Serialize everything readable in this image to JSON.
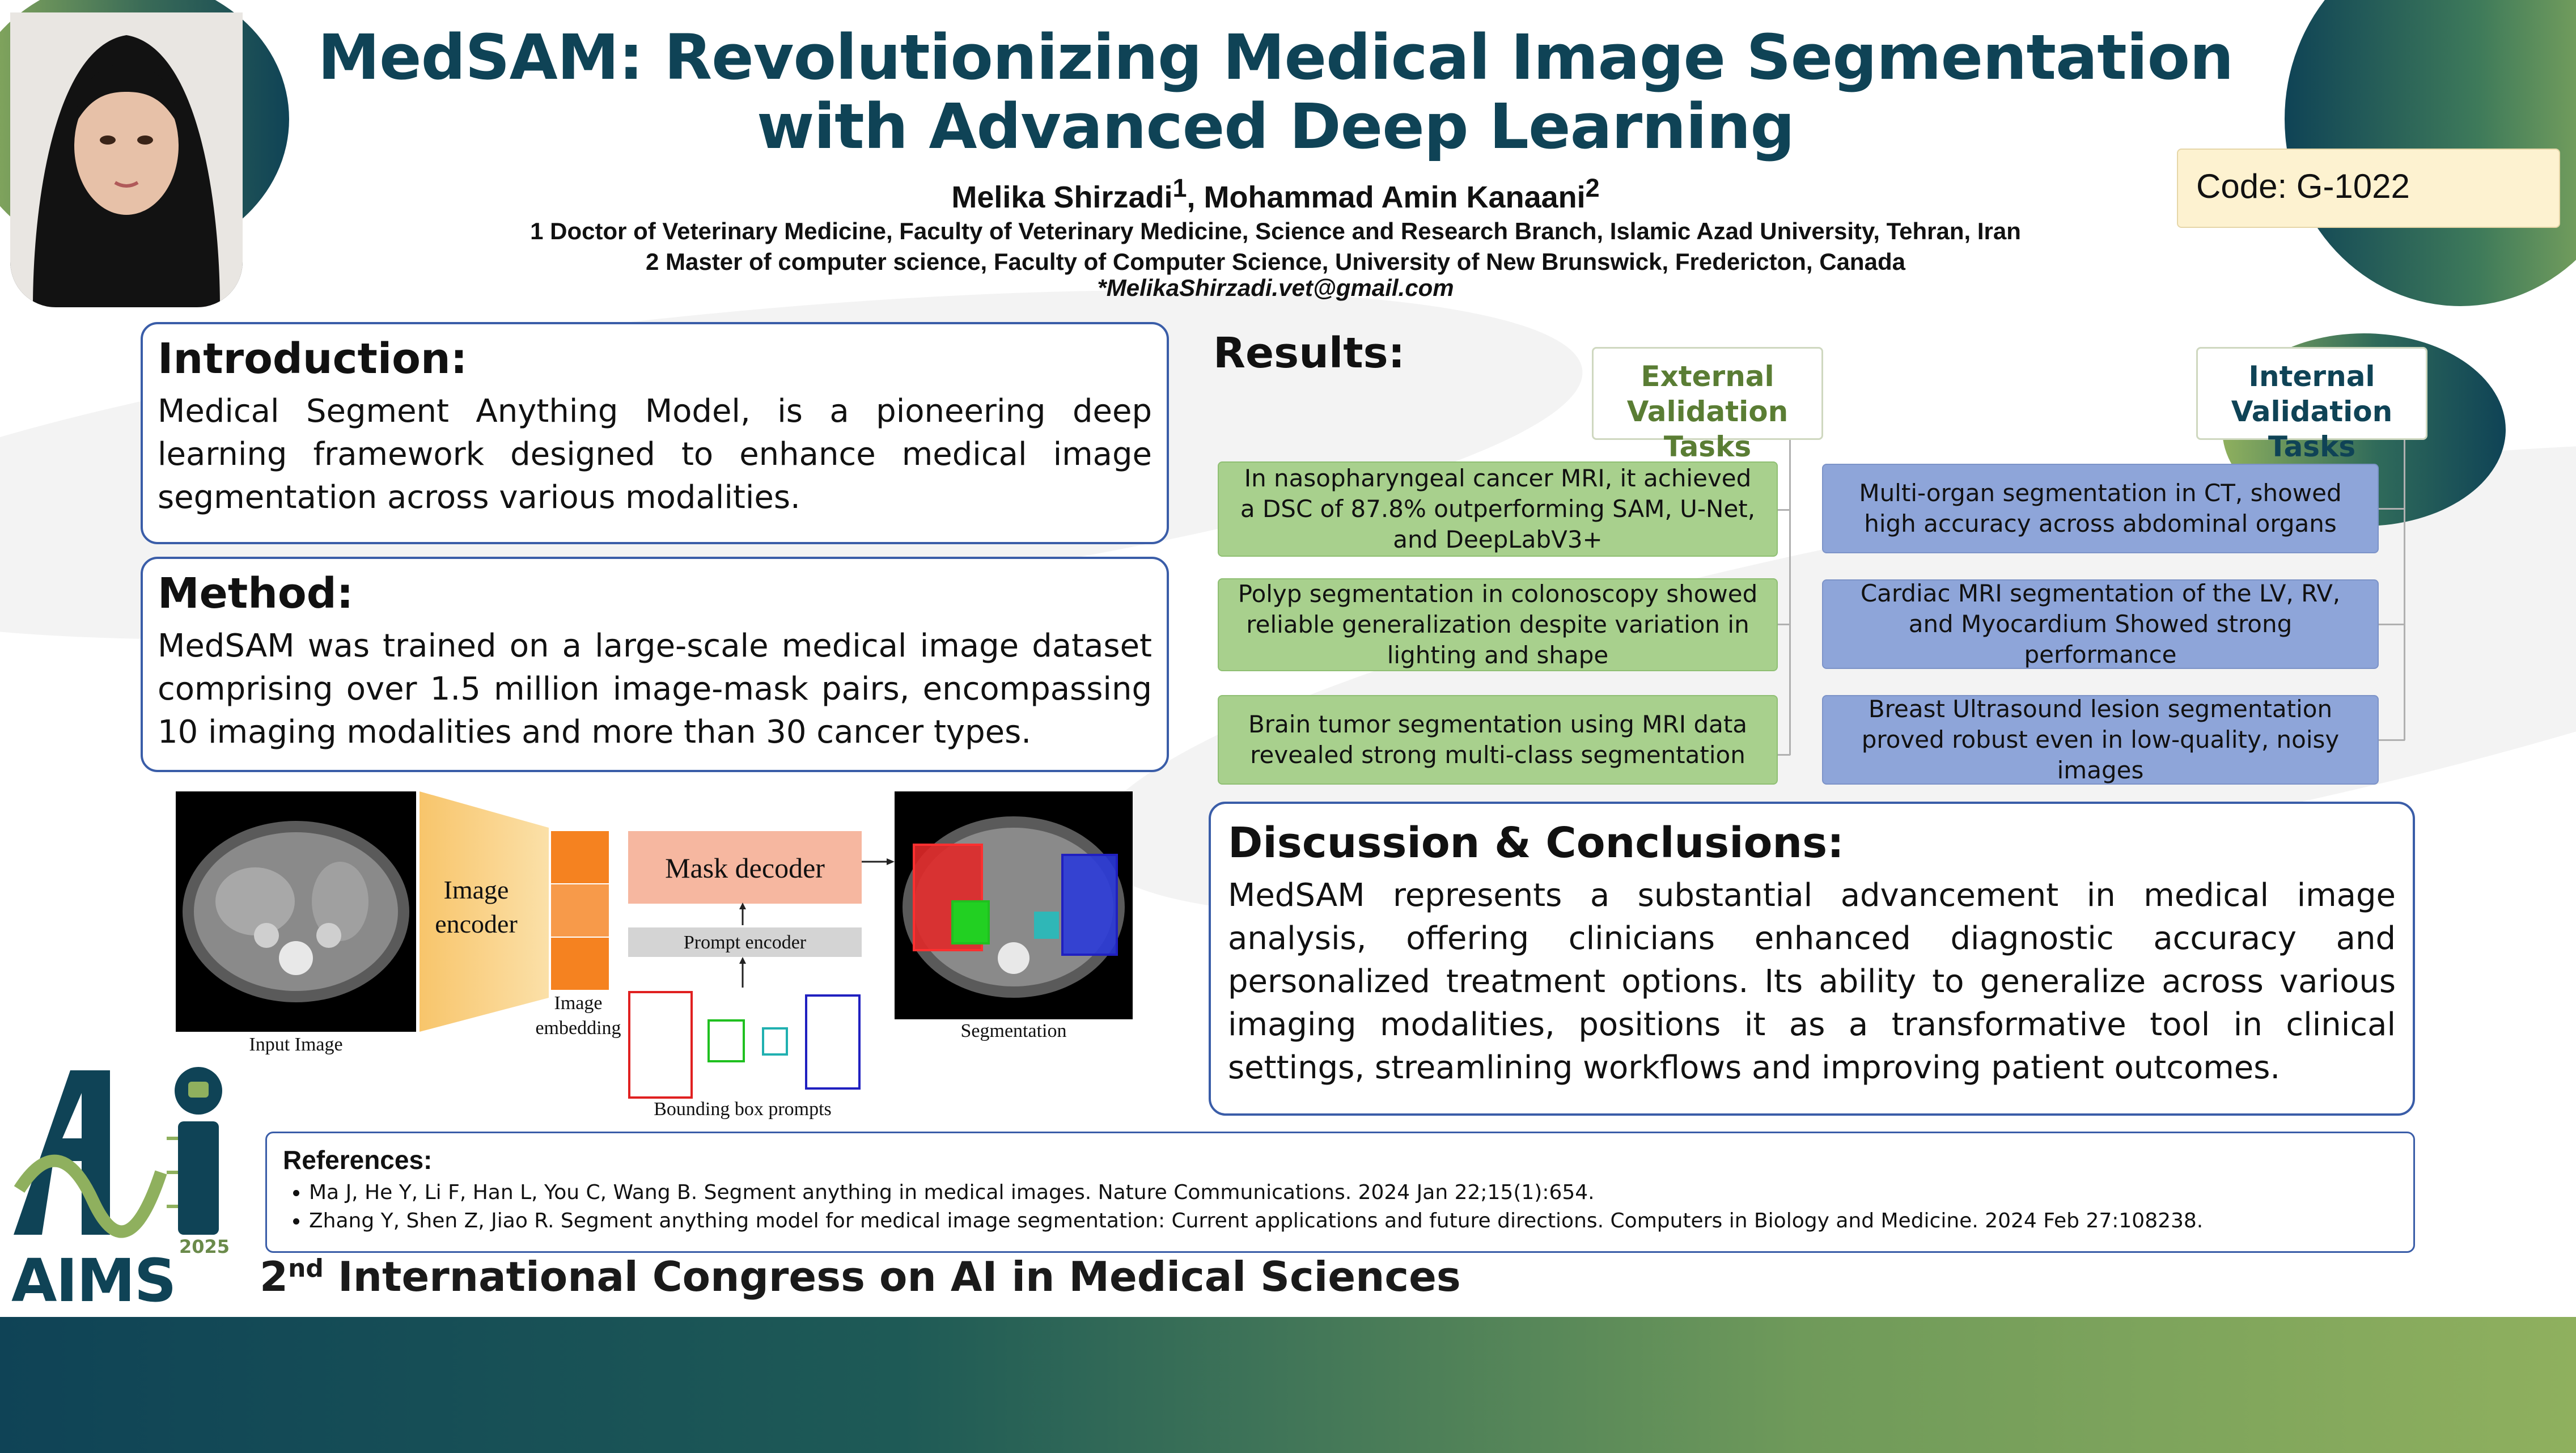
{
  "header": {
    "title": "MedSAM: Revolutionizing Medical Image Segmentation with Advanced Deep Learning",
    "authors_a": "Melika Shirzadi",
    "authors_a_sup": "1",
    "authors_b": ", Mohammad Amin Kanaani",
    "authors_b_sup": "2",
    "affiliation_1": "1 Doctor of Veterinary Medicine, Faculty of Veterinary Medicine, Science and Research Branch, Islamic Azad University, Tehran, Iran",
    "affiliation_2": "2 Master of computer science, Faculty of Computer Science, University of New Brunswick, Fredericton, Canada",
    "email": "*MelikaShirzadi.vet@gmail.com",
    "code": "Code: G-1022"
  },
  "introduction": {
    "heading": "Introduction:",
    "body": "Medical Segment Anything Model, is a pioneering deep learning framework designed to enhance medical image segmentation across various modalities."
  },
  "method": {
    "heading": "Method:",
    "body": "MedSAM was trained on a large-scale medical image dataset comprising over 1.5 million image-mask pairs, encompassing 10 imaging modalities and more than 30 cancer types."
  },
  "figure": {
    "input_label": "Input Image",
    "encoder_label_1": "Image",
    "encoder_label_2": "encoder",
    "embedding_label_1": "Image",
    "embedding_label_2": "embedding",
    "mask_decoder": "Mask decoder",
    "prompt_encoder": "Prompt encoder",
    "bbox_label": "Bounding box prompts",
    "segmentation_label": "Segmentation"
  },
  "results": {
    "heading": "Results:",
    "external_heading_1": "External",
    "external_heading_2": "Validation Tasks",
    "internal_heading_1": "Internal",
    "internal_heading_2": "Validation Tasks",
    "external": [
      "In nasopharyngeal cancer MRI, it achieved a DSC of 87.8% outperforming SAM, U-Net, and DeepLabV3+",
      "Polyp segmentation in colonoscopy showed reliable generalization despite variation in lighting and shape",
      "Brain tumor segmentation using MRI data revealed strong multi-class segmentation"
    ],
    "internal": [
      "Multi-organ segmentation in CT, showed high accuracy across abdominal organs",
      "Cardiac MRI segmentation of the LV, RV, and Myocardium Showed strong performance",
      "Breast Ultrasound lesion segmentation proved robust even in low-quality, noisy images"
    ]
  },
  "discussion": {
    "heading": "Discussion & Conclusions:",
    "body": "MedSAM represents a substantial advancement in medical image analysis, offering clinicians enhanced diagnostic accuracy and personalized treatment options. Its ability to generalize across various imaging modalities, positions it as a transformative tool in clinical settings, streamlining workflows and improving patient outcomes."
  },
  "references": {
    "heading": "References:",
    "items": [
      "Ma J, He Y, Li F, Han L, You C, Wang B. Segment anything in medical images. Nature Communications. 2024 Jan 22;15(1):654.",
      "Zhang Y, Shen Z, Jiao R. Segment anything model for medical image segmentation: Current applications and future directions. Computers in Biology and Medicine. 2024 Feb 27:108238."
    ]
  },
  "footer": {
    "logo_text": "AIMS",
    "logo_year": "2025",
    "congress_ordinal": "2",
    "congress_sup": "nd",
    "congress_name": " International Congress on AI in Medical Sciences"
  },
  "colors": {
    "navy": "#0f4356",
    "green": "#8fb05e",
    "box_border": "#3a5da8",
    "external_box": "#a8d08d",
    "internal_box": "#8ea5d9",
    "code_bg": "#fdf2d0"
  }
}
